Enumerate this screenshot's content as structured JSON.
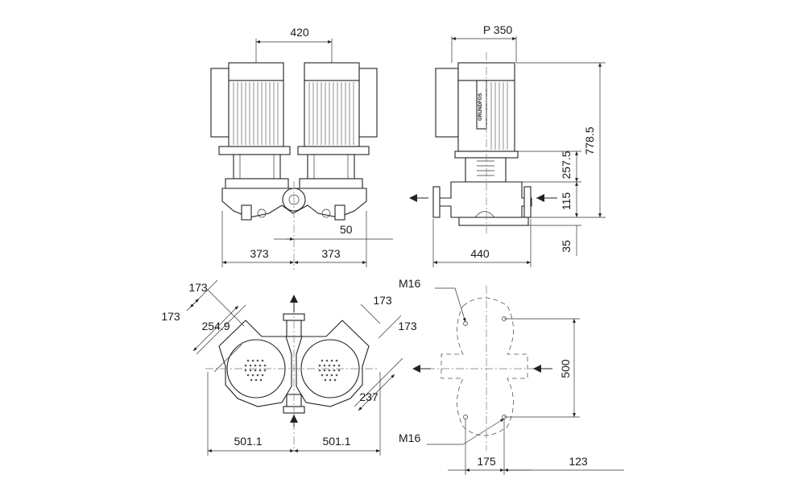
{
  "drawing": {
    "front_view": {
      "dim_top": "420",
      "dim_left_bottom": "373",
      "dim_right_bottom": "373",
      "dim_outlet": "50"
    },
    "side_view": {
      "dim_top": "P 350",
      "dim_width": "440",
      "dim_height_total": "778.5",
      "dim_motor": "257.5",
      "dim_flange": "115",
      "dim_base": "35"
    },
    "top_view": {
      "dim_diag_1": "173",
      "dim_diag_2": "173",
      "dim_diag_3": "173",
      "dim_diag_4": "173",
      "dim_diag_5": "254.9",
      "dim_diag_6": "237",
      "dim_left": "501.1",
      "dim_right": "501.1"
    },
    "foundation_view": {
      "bolt_top": "M16",
      "bolt_bottom": "M16",
      "dim_vertical": "500",
      "dim_175": "175",
      "dim_123": "123"
    }
  }
}
